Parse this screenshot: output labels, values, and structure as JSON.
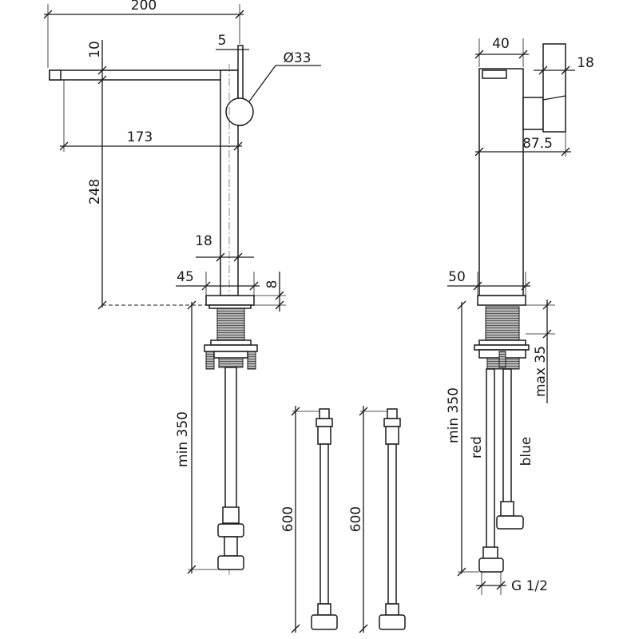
{
  "side_view": {
    "dim_width": "200",
    "dim_spout_height": "10",
    "dim_lever_width": "5",
    "dim_lever_diameter": "Ø33",
    "dim_spout_reach": "173",
    "dim_height": "248",
    "dim_body_width": "18",
    "dim_base_diameter": "45",
    "dim_base_height": "8",
    "dim_min_length": "min 350"
  },
  "hoses": [
    {
      "dim_length": "600"
    },
    {
      "dim_length": "600"
    }
  ],
  "front_view": {
    "dim_body_width": "40",
    "dim_lever_width": "18",
    "dim_total_depth": "87.5",
    "dim_base_diameter": "50",
    "dim_max_thickness": "max 35",
    "dim_min_length": "min 350",
    "hose_red_label": "red",
    "hose_blue_label": "blue",
    "thread_label": "G 1/2"
  }
}
